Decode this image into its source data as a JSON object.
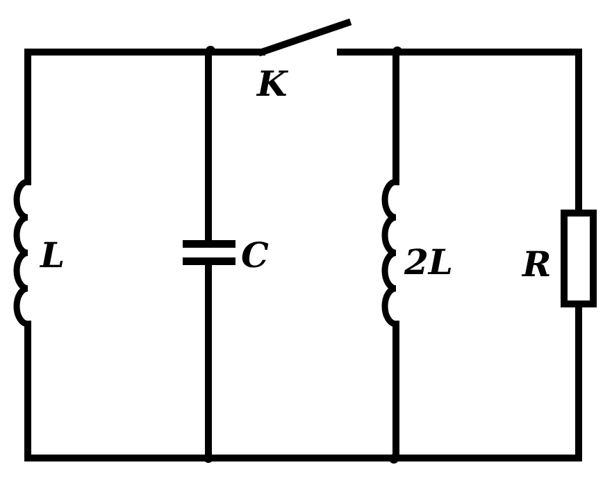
{
  "labels": {
    "inductor_left": "L",
    "capacitor": "C",
    "switch": "K",
    "inductor_right": "2L",
    "resistor": "R"
  }
}
